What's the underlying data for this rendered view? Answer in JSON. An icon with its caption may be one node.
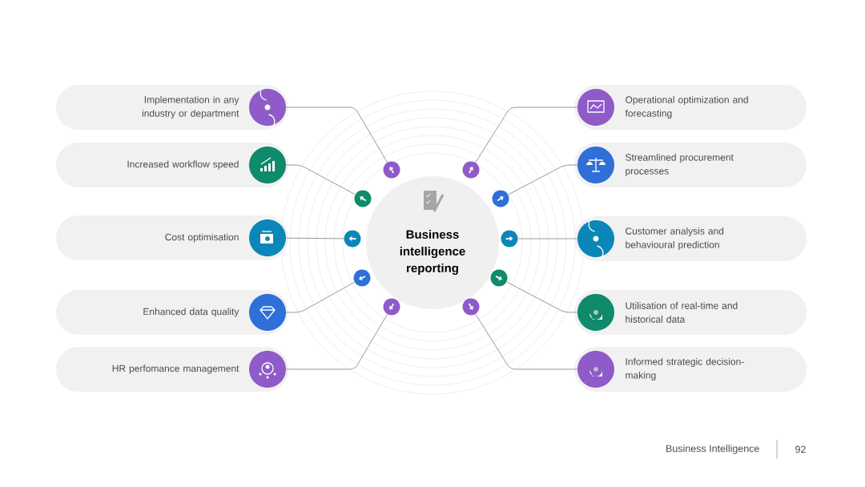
{
  "diagram": {
    "nodes": [
      {
        "text": [
          "Business intelligence reporting"
        ]
      },
      {
        "text": [
          "Implementation in any industry or department"
        ]
      },
      {
        "text": [
          "Increased workflow speed"
        ]
      },
      {
        "text": [
          "Cost optimisation"
        ]
      },
      {
        "text": [
          "Enhanced data quality"
        ]
      },
      {
        "text": [
          "HR perfomance management"
        ]
      },
      {
        "text": [
          "Operational optimization and forecasting"
        ]
      },
      {
        "text": [
          "Streamlined procurement processes"
        ]
      },
      {
        "text": [
          "Customer analysis and behavioural prediction"
        ]
      },
      {
        "text": [
          "Utilisation of real-time and historical data"
        ]
      },
      {
        "text": [
          "Informed strategic decision-making"
        ]
      },
      {
        "text": [],
        "shape": "circle",
        "in": 1
      },
      {
        "text": [],
        "shape": "circle",
        "in": 2
      },
      {
        "text": [],
        "shape": "circle",
        "in": 3
      },
      {
        "text": [],
        "shape": "circle",
        "in": 4
      },
      {
        "text": [],
        "shape": "circle",
        "in": 5
      },
      {
        "text": [],
        "shape": "circle",
        "in": 6
      },
      {
        "text": [],
        "shape": "circle",
        "in": 7
      },
      {
        "text": [],
        "shape": "circle",
        "in": 8
      },
      {
        "text": [],
        "shape": "circle",
        "in": 9
      },
      {
        "text": [],
        "shape": "circle",
        "in": 10
      },
      {
        "text": [],
        "shape": "circle"
      },
      {
        "text": [],
        "shape": "circle"
      },
      {
        "text": [],
        "shape": "circle"
      },
      {
        "text": [],
        "shape": "circle"
      },
      {
        "text": [],
        "shape": "circle"
      },
      {
        "text": [],
        "shape": "circle"
      },
      {
        "text": [],
        "shape": "circle"
      },
      {
        "text": [],
        "shape": "circle"
      },
      {
        "text": [],
        "shape": "circle"
      },
      {
        "text": [],
        "shape": "circle"
      }
    ],
    "edges": [
      {
        "from": 21,
        "to": 11,
        "arrow": "none"
      },
      {
        "from": 22,
        "to": 12,
        "arrow": "none"
      },
      {
        "from": 23,
        "to": 13,
        "arrow": "none"
      },
      {
        "from": 24,
        "to": 14,
        "arrow": "none"
      },
      {
        "from": 25,
        "to": 15,
        "arrow": "none"
      },
      {
        "from": 26,
        "to": 16,
        "arrow": "none"
      },
      {
        "from": 27,
        "to": 17,
        "arrow": "none"
      },
      {
        "from": 28,
        "to": 18,
        "arrow": "none"
      },
      {
        "from": 29,
        "to": 19,
        "arrow": "none"
      },
      {
        "from": 30,
        "to": 20,
        "arrow": "none"
      }
    ],
    "labels": [
      "Business Intelligence",
      "92"
    ]
  }
}
